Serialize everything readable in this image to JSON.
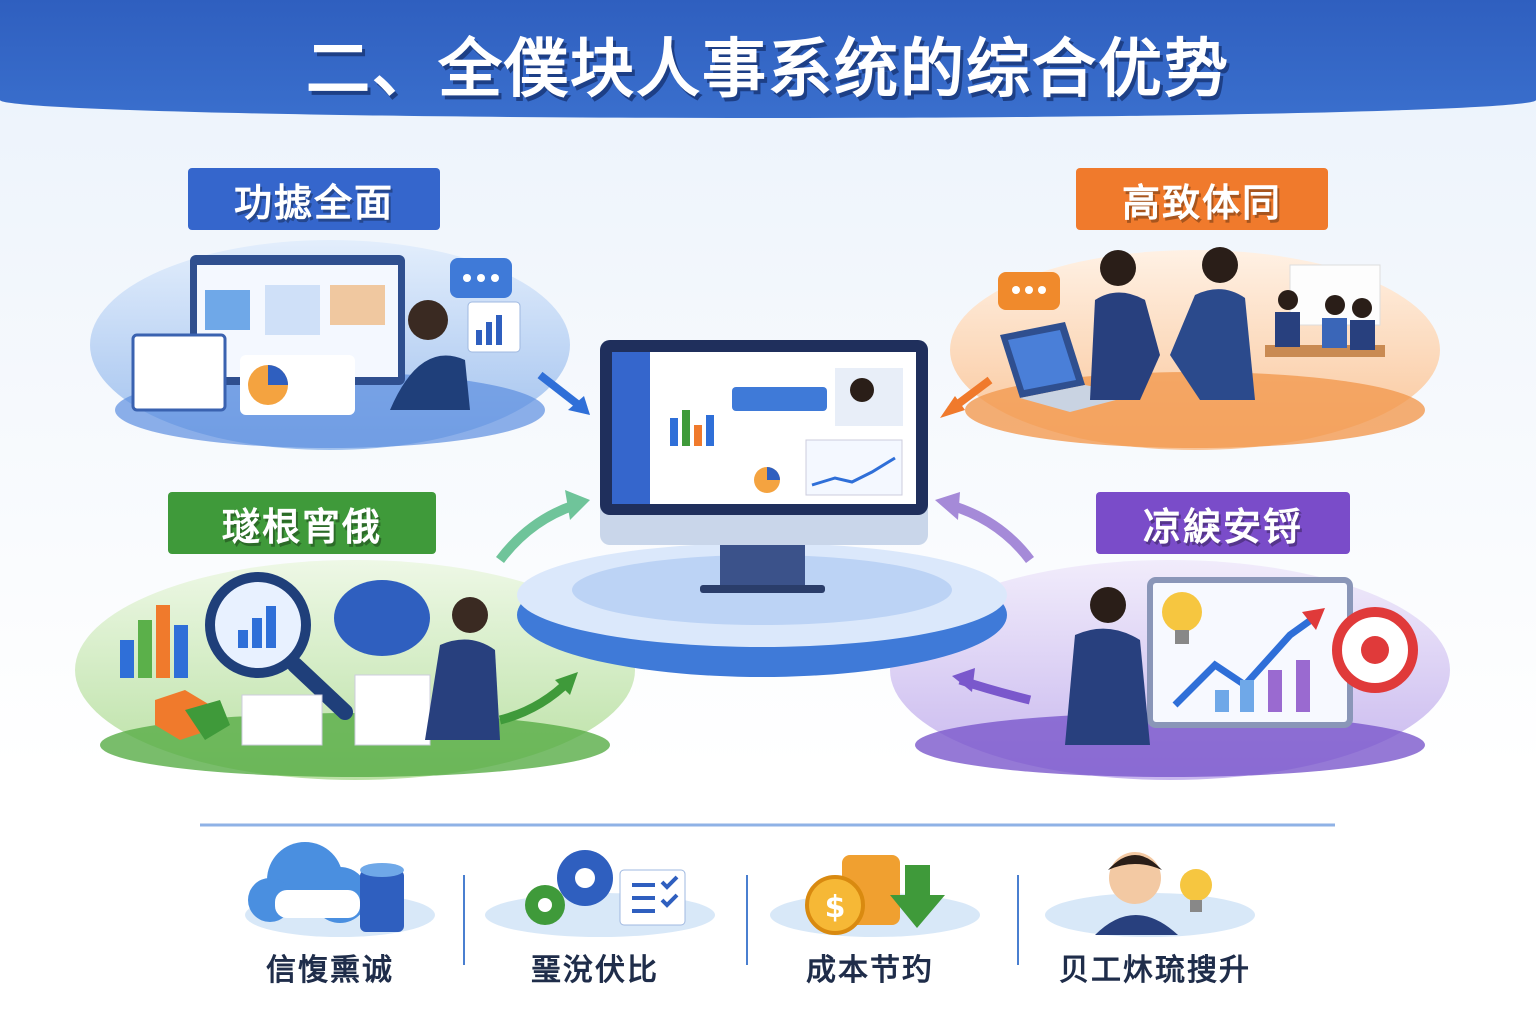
{
  "header": {
    "title": "二、全僕块人事系统的综合优势"
  },
  "sections": [
    {
      "label": "功摅全面",
      "color": "#3566cc"
    },
    {
      "label": "高致体同",
      "color": "#f07a2c"
    },
    {
      "label": "璲根宵俄",
      "color": "#3f9a3a"
    },
    {
      "label": "凉綟安锊",
      "color": "#7a4cc9"
    }
  ],
  "benefits": [
    {
      "label": "信愎熏诚",
      "icon": "cloud-database-icon"
    },
    {
      "label": "琧涗伏比",
      "icon": "gears-checklist-icon"
    },
    {
      "label": "成本节玓",
      "icon": "coins-down-arrow-icon"
    },
    {
      "label": "贝工炑琉搜升",
      "icon": "employee-lightbulb-icon"
    }
  ],
  "colors": {
    "header": "#2f5fbf",
    "blue": "#3566cc",
    "orange": "#f07a2c",
    "green": "#3f9a3a",
    "purple": "#7a4cc9"
  }
}
